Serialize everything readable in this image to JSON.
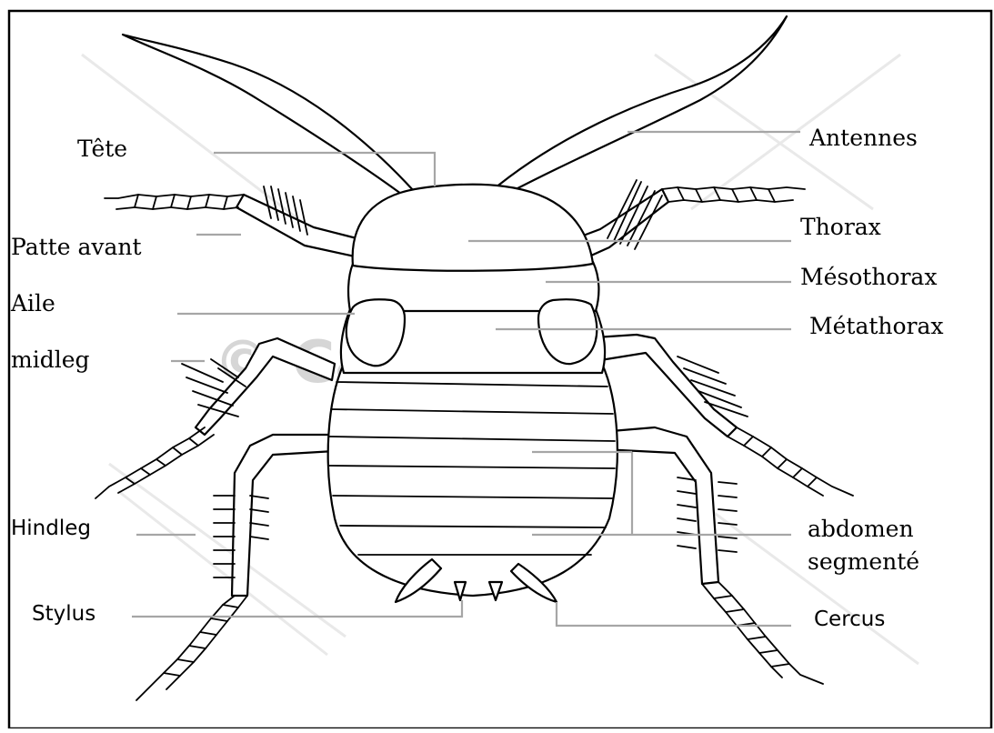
{
  "labels": {
    "tete": "Tête",
    "patte_avant": "Patte avant",
    "aile": "Aile",
    "midleg": "midleg",
    "hindleg": "Hindleg",
    "stylus": "Stylus",
    "antennes": "Antennes",
    "thorax": "Thorax",
    "mesothorax": "Mésothorax",
    "metathorax": "Métathorax",
    "abdomen_line1": "abdomen",
    "abdomen_line2": "segmenté",
    "cercus": "Cercus"
  },
  "watermark": {
    "text": "© CanStock"
  },
  "colors": {
    "frame": "#000000",
    "leader": "#a6a6a6",
    "watermark": "#c9c9c9"
  }
}
